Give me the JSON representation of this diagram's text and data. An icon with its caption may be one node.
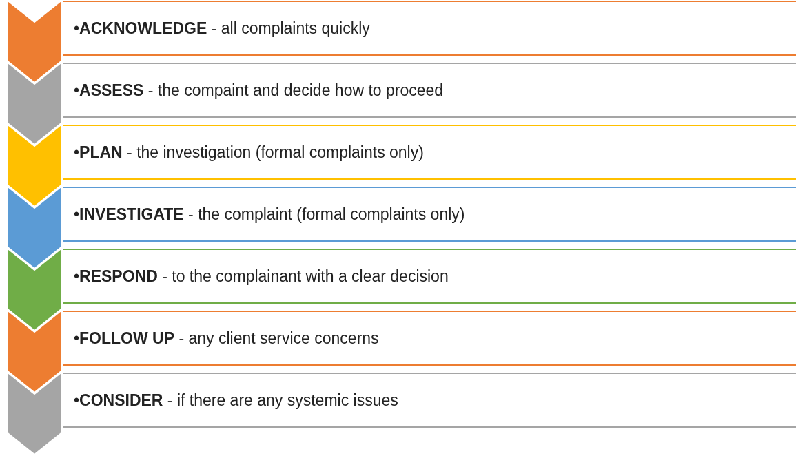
{
  "diagram": {
    "nodes": [
      {
        "text": [
          "•**ACKNOWLEDGE** - all complaints quickly"
        ]
      },
      {
        "text": [
          "•**ASSESS** - the compaint and decide how to proceed"
        ]
      },
      {
        "text": [
          "•**PLAN** - the investigation (formal complaints only)"
        ]
      },
      {
        "text": [
          "•**INVESTIGATE** - the complaint (formal complaints only)"
        ]
      },
      {
        "text": [
          "•**RESPOND** - to the complainant with a clear decision"
        ]
      },
      {
        "text": [
          "•**FOLLOW UP** - any client service concerns"
        ]
      },
      {
        "text": [
          "•**CONSIDER** - if there are any systemic issues"
        ]
      }
    ]
  }
}
